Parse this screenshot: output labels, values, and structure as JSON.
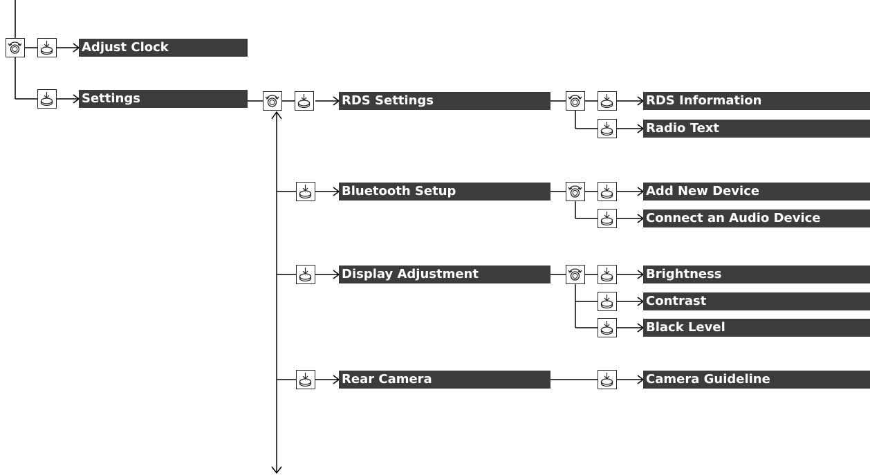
{
  "menu": {
    "adjust_clock": "Adjust Clock",
    "settings": "Settings",
    "rds_settings": {
      "label": "RDS Settings",
      "items": [
        "RDS Information",
        "Radio Text"
      ]
    },
    "bluetooth_setup": {
      "label": "Bluetooth Setup",
      "items": [
        "Add New Device",
        "Connect an Audio Device"
      ]
    },
    "display_adjustment": {
      "label": "Display Adjustment",
      "items": [
        "Brightness",
        "Contrast",
        "Black Level"
      ]
    },
    "rear_camera": {
      "label": "Rear Camera",
      "items": [
        "Camera Guideline"
      ]
    }
  },
  "icons": {
    "rotate": "rotate-knob-icon",
    "press": "press-knob-icon"
  },
  "colors": {
    "label_background": "#3c3c3c",
    "label_text": "#ffffff",
    "line": "#000000"
  }
}
